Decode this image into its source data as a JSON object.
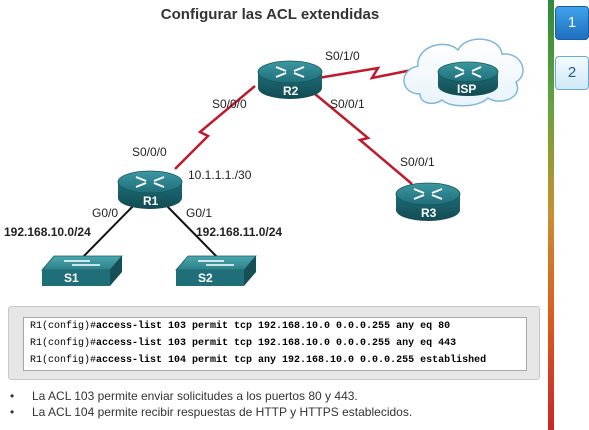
{
  "title": "Configurar las ACL extendidas",
  "tabs": [
    {
      "label": "1",
      "active": true
    },
    {
      "label": "2",
      "active": false
    }
  ],
  "topology": {
    "devices": {
      "r1": "R1",
      "r2": "R2",
      "r3": "R3",
      "isp": "ISP",
      "s1": "S1",
      "s2": "S2"
    },
    "interfaces": {
      "r2_s010": "S0/1/0",
      "r2_s000": "S0/0/0",
      "r2_s001": "S0/0/1",
      "r1_s000": "S0/0/0",
      "r1_ip": "10.1.1.1./30",
      "r3_s001": "S0/0/1",
      "r1_g00": "G0/0",
      "r1_g01": "G0/1"
    },
    "networks": {
      "lan1": "192.168.10.0/24",
      "lan2": "192.168.11.0/24"
    }
  },
  "code": [
    {
      "prompt": "R1(config)#",
      "cmd": "access-list 103 permit tcp 192.168.10.0 0.0.0.255 any eq 80"
    },
    {
      "prompt": "R1(config)#",
      "cmd": "access-list 103 permit tcp 192.168.10.0 0.0.0.255 any eq 443"
    },
    {
      "prompt": "R1(config)#",
      "cmd": "access-list 104 permit tcp any 192.168.10.0 0.0.0.255 established"
    }
  ],
  "bullets": [
    "La ACL 103 permite enviar solicitudes a los puertos 80 y 443.",
    "La ACL 104 permite recibir respuestas de HTTP y HTTPS establecidos."
  ],
  "colors": {
    "wan_link": "#c0192c",
    "router": "#1f6e78",
    "tab_active": "#2a86d6"
  },
  "icons": {
    "router": "router-icon",
    "switch": "switch-icon",
    "cloud": "cloud-icon",
    "bullet": "•"
  }
}
